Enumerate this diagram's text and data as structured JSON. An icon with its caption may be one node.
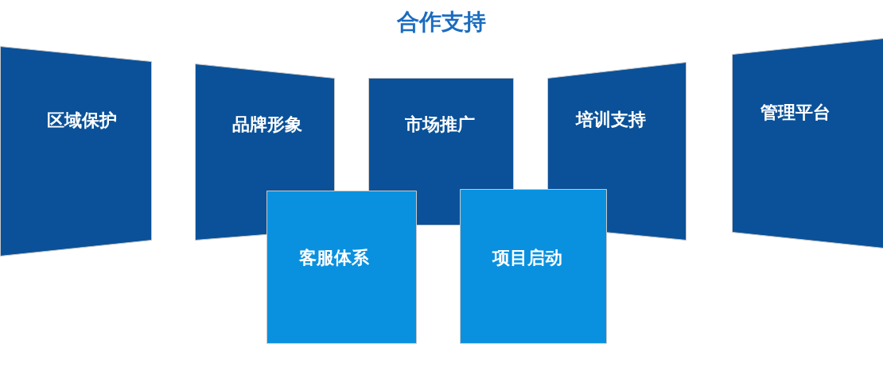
{
  "diagram": {
    "title": "合作支持",
    "nodes": [
      {
        "text": [
          "区域保护"
        ]
      },
      {
        "text": [
          "品牌形象"
        ]
      },
      {
        "text": [
          "市场推广"
        ]
      },
      {
        "text": [
          "培训支持"
        ]
      },
      {
        "text": [
          "管理平台"
        ]
      },
      {
        "text": [
          "客服体系"
        ]
      },
      {
        "text": [
          "项目启动"
        ]
      }
    ]
  }
}
